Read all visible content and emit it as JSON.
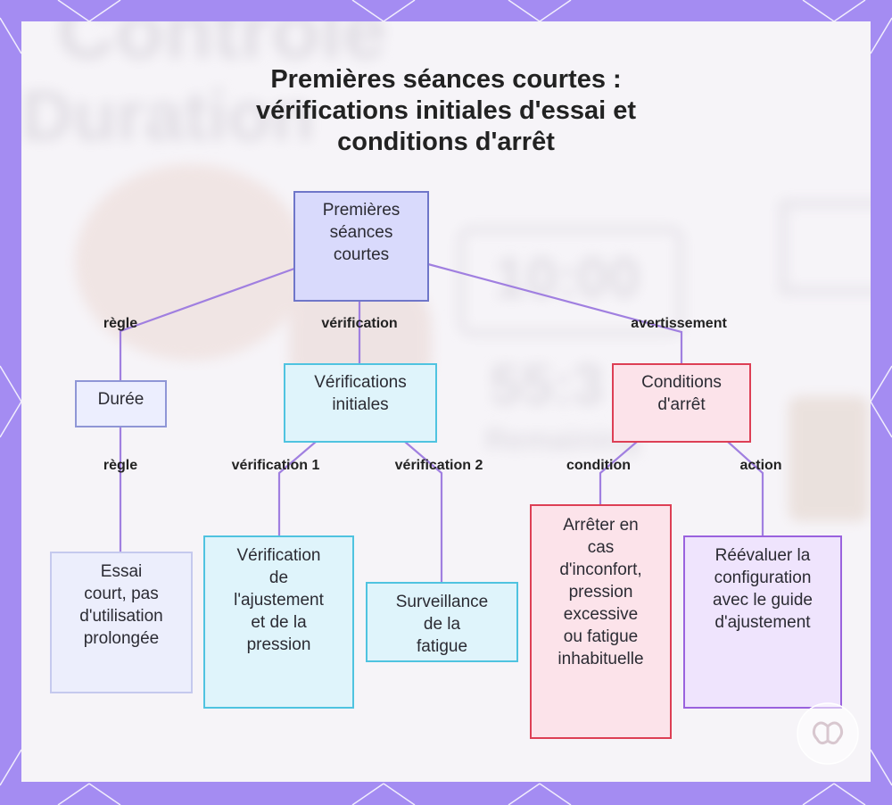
{
  "title": {
    "line1": "Premières séances courtes :",
    "line2": "vérifications initiales d'essai et",
    "line3": "conditions d'arrêt"
  },
  "background_text": {
    "word1": "Contrôle",
    "word2": "Duration",
    "timer": "10:00",
    "count": "55:3",
    "remaining": "Remaining"
  },
  "nodes": {
    "root": [
      "Premières",
      "séances",
      "courtes"
    ],
    "duree": [
      "Durée"
    ],
    "verifications": [
      "Vérifications",
      "initiales"
    ],
    "conditions": [
      "Conditions",
      "d'arrêt"
    ],
    "essai": [
      "Essai",
      "court, pas",
      "d'utilisation",
      "prolongée"
    ],
    "ajustement": [
      "Vérification",
      "de",
      "l'ajustement",
      "et de la",
      "pression"
    ],
    "fatigue": [
      "Surveillance",
      "de la",
      "fatigue"
    ],
    "arreter": [
      "Arrêter en",
      "cas",
      "d'inconfort,",
      "pression",
      "excessive",
      "ou fatigue",
      "inhabituelle"
    ],
    "reevaluer": [
      "Réévaluer la",
      "configuration",
      "avec le guide",
      "d'ajustement"
    ]
  },
  "edge_labels": {
    "regle1": "règle",
    "verification": "vérification",
    "avertissement": "avertissement",
    "regle2": "règle",
    "verification1": "vérification 1",
    "verification2": "vérification 2",
    "condition": "condition",
    "action": "action"
  },
  "colors": {
    "frame": "#a48cf2",
    "edge": "#a07fe0",
    "root": "#d9dafc",
    "cyan": "#dff4fb",
    "red": "#fce3ea",
    "purple": "#efe4fd"
  }
}
